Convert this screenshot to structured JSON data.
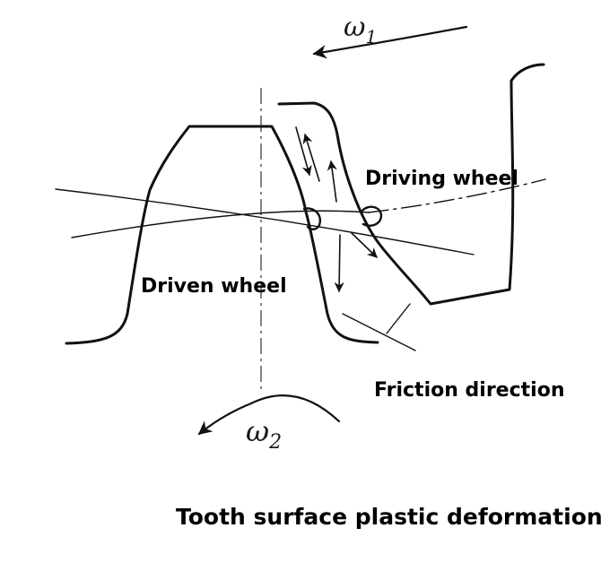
{
  "labels": {
    "driving_wheel": "Driving wheel",
    "driven_wheel": "Driven wheel",
    "friction_direction": "Friction direction",
    "caption": "Tooth surface plastic deformation"
  },
  "omega1": {
    "symbol": "ω",
    "subscript": "1"
  },
  "omega2": {
    "symbol": "ω",
    "subscript": "2"
  }
}
